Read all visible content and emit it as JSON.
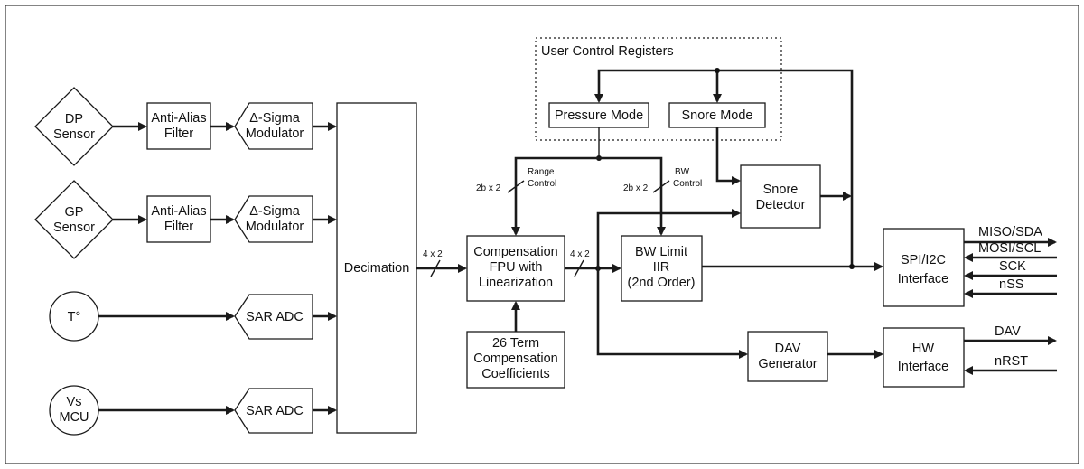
{
  "inputs": {
    "dp_sensor": [
      "DP",
      "Sensor"
    ],
    "gp_sensor": [
      "GP",
      "Sensor"
    ],
    "temp": "T°",
    "vs_mcu": [
      "Vs",
      "MCU"
    ]
  },
  "blocks": {
    "anti_alias_1": [
      "Anti-Alias",
      "Filter"
    ],
    "anti_alias_2": [
      "Anti-Alias",
      "Filter"
    ],
    "delta_sigma_1": [
      "Δ-Sigma",
      "Modulator"
    ],
    "delta_sigma_2": [
      "Δ-Sigma",
      "Modulator"
    ],
    "sar_adc_1": "SAR ADC",
    "sar_adc_2": "SAR ADC",
    "decimation": "Decimation",
    "compensation": [
      "Compensation",
      "FPU with",
      "Linearization"
    ],
    "coefficients": [
      "26 Term",
      "Compensation",
      "Coefficients"
    ],
    "bw_limit": [
      "BW Limit",
      "IIR",
      "(2nd Order)"
    ],
    "snore_detector": [
      "Snore",
      "Detector"
    ],
    "dav_generator": [
      "DAV",
      "Generator"
    ],
    "spi_interface": [
      "SPI/I2C",
      "Interface"
    ],
    "hw_interface": [
      "HW",
      "Interface"
    ],
    "user_control_registers": "User Control Registers",
    "pressure_mode": "Pressure Mode",
    "snore_mode": "Snore Mode"
  },
  "bus_labels": {
    "decimation_out": "4 x 2",
    "compensation_out": "4 x 2",
    "range_width": "2b x 2",
    "range_control": [
      "Range",
      "Control"
    ],
    "bw_width": "2b x 2",
    "bw_control": [
      "BW",
      "Control"
    ]
  },
  "signals": {
    "miso_sda": "MISO/SDA",
    "mosi_scl": "MOSI/SCL",
    "sck": "SCK",
    "nss": "nSS",
    "dav": "DAV",
    "nrst": "nRST"
  }
}
